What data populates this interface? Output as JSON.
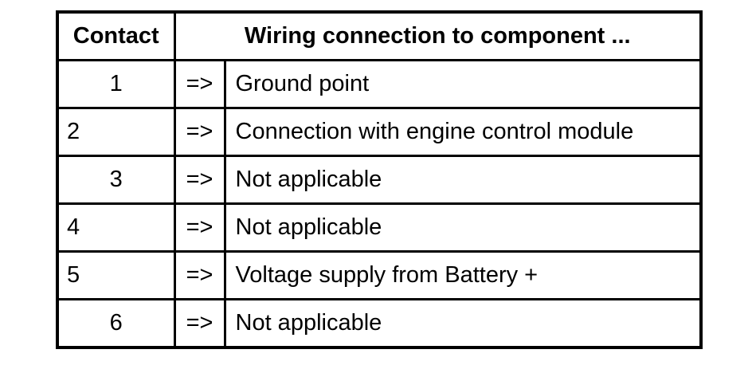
{
  "table": {
    "headers": [
      "Contact",
      "Wiring connection to component ..."
    ],
    "rows": [
      {
        "contact": "1",
        "arrow": "=>",
        "description": "Ground point",
        "contact_align": "center"
      },
      {
        "contact": "2",
        "arrow": "=>",
        "description": "Connection with engine control module",
        "contact_align": "left"
      },
      {
        "contact": "3",
        "arrow": "=>",
        "description": "Not applicable",
        "contact_align": "center"
      },
      {
        "contact": "4",
        "arrow": "=>",
        "description": "Not applicable",
        "contact_align": "left"
      },
      {
        "contact": "5",
        "arrow": "=>",
        "description": "Voltage supply from Battery +",
        "contact_align": "left"
      },
      {
        "contact": "6",
        "arrow": "=>",
        "description": "Not applicable",
        "contact_align": "center"
      }
    ],
    "colors": {
      "border": "#000000",
      "background": "#ffffff",
      "text": "#000000"
    }
  }
}
